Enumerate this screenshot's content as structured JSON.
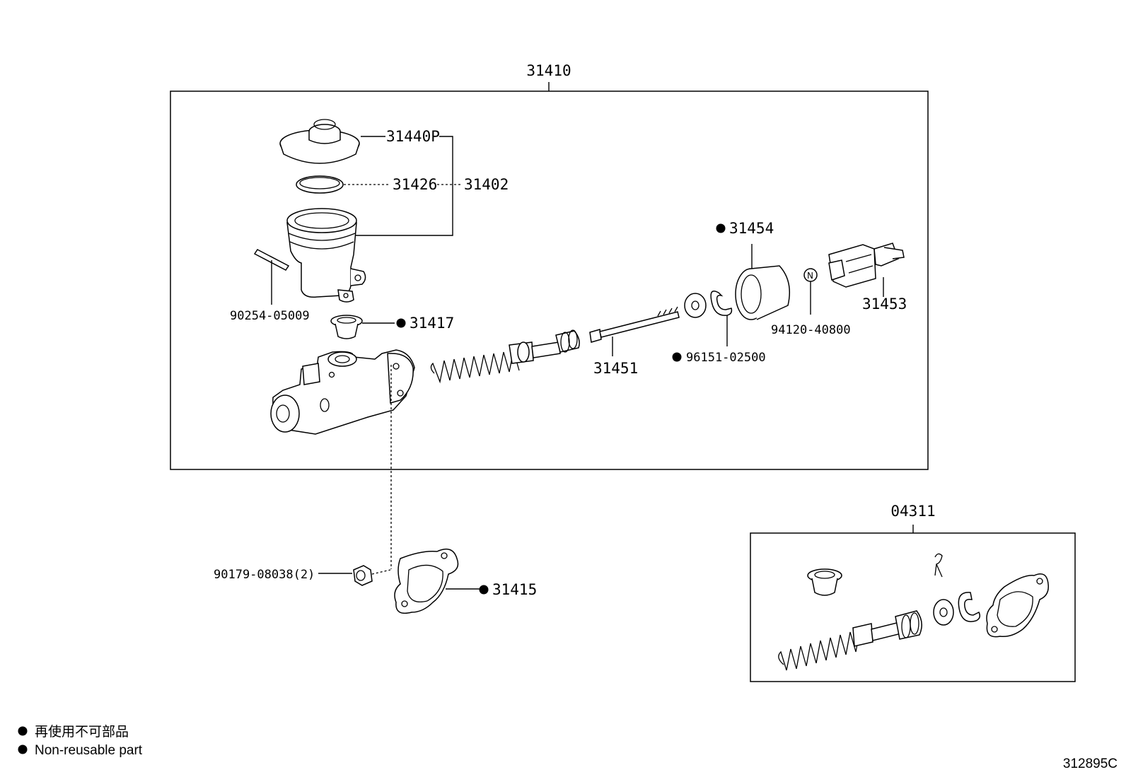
{
  "labels": {
    "assy": "31410",
    "cap": "31440P",
    "gasket": "31426",
    "reservoir": "31402",
    "pin": "90254-05009",
    "grommet": "31417",
    "boot": "31454",
    "clevis": "31453",
    "nut_clevis": "94120-40800",
    "push_rod": "31451",
    "snap_ring": "96151-02500",
    "kit": "04311",
    "nut": "90179-08038(2)",
    "plate_gasket": "31415"
  },
  "legend": {
    "line1": "再使用不可部品",
    "line2": "Non-reusable part"
  },
  "footer": {
    "code": "312895C"
  }
}
